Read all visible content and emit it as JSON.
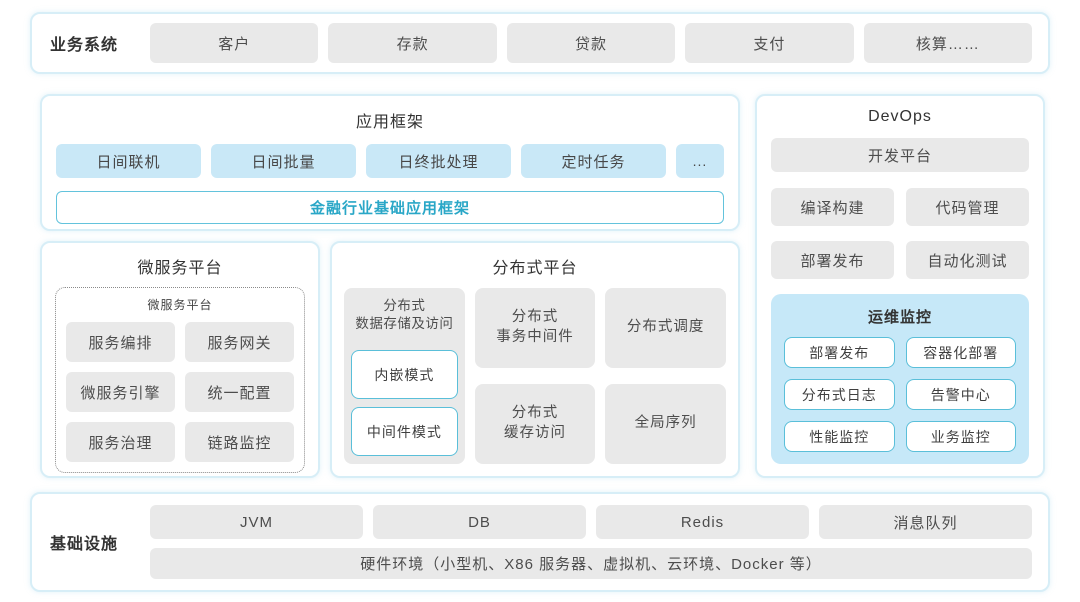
{
  "colors": {
    "section_border": "#d7eef7",
    "gray_button_bg": "#e9e9e9",
    "blue_button_bg": "#c9e8f7",
    "monitor_panel_bg": "#c6e8f8",
    "cyan_border": "#5abfd9",
    "teal_text": "#2aa7c7",
    "text_dark": "#404040"
  },
  "business_system": {
    "label": "业务系统",
    "items": [
      "客户",
      "存款",
      "贷款",
      "支付",
      "核算……"
    ]
  },
  "app_framework": {
    "title": "应用框架",
    "items": [
      "日间联机",
      "日间批量",
      "日终批处理",
      "定时任务"
    ],
    "more": "...",
    "base_framework": "金融行业基础应用框架"
  },
  "devops": {
    "title": "DevOps",
    "platform": "开发平台",
    "items": [
      "编译构建",
      "代码管理",
      "部署发布",
      "自动化测试"
    ],
    "monitoring": {
      "title": "运维监控",
      "items": [
        "部署发布",
        "容器化部署",
        "分布式日志",
        "告警中心",
        "性能监控",
        "业务监控"
      ]
    }
  },
  "microservice": {
    "title": "微服务平台",
    "inner_title": "微服务平台",
    "items": [
      "服务编排",
      "服务网关",
      "微服务引擎",
      "统一配置",
      "服务治理",
      "链路监控"
    ]
  },
  "distributed": {
    "title": "分布式平台",
    "storage": {
      "title_line1": "分布式",
      "title_line2": "数据存储及访问",
      "modes": [
        "内嵌模式",
        "中间件模式"
      ]
    },
    "transaction_line1": "分布式",
    "transaction_line2": "事务中间件",
    "cache_line1": "分布式",
    "cache_line2": "缓存访问",
    "scheduler": "分布式调度",
    "sequence": "全局序列"
  },
  "infrastructure": {
    "label": "基础设施",
    "items": [
      "JVM",
      "DB",
      "Redis",
      "消息队列"
    ],
    "hardware": "硬件环境（小型机、X86 服务器、虚拟机、云环境、Docker 等）"
  }
}
